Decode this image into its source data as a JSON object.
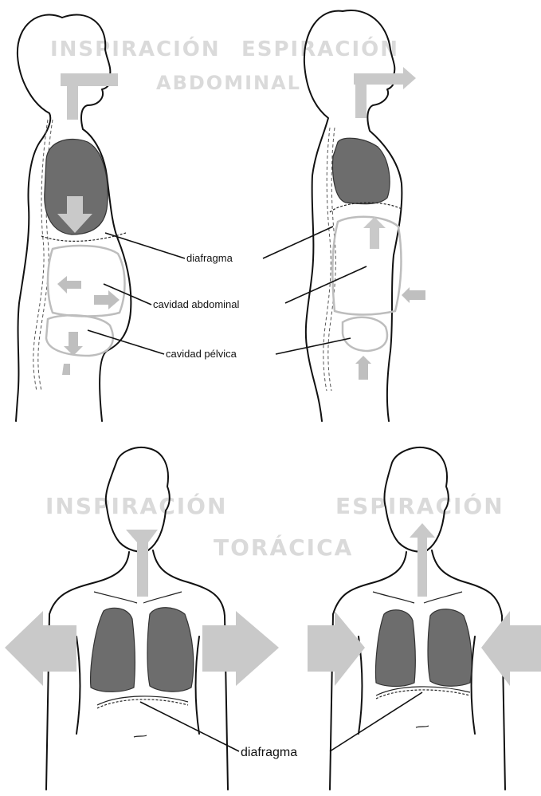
{
  "top": {
    "title_left": "INSPIRACIÓN",
    "title_right": "ESPIRACIÓN",
    "subtitle": "ABDOMINAL",
    "label_diaphragm": "diafragma",
    "label_abdominal": "cavidad abdominal",
    "label_pelvic": "cavidad pélvica"
  },
  "bottom": {
    "title_left": "INSPIRACIÓN",
    "title_right": "ESPIRACIÓN",
    "subtitle": "TORÁCICA",
    "label_diaphragm": "diafragma"
  },
  "colors": {
    "organ": "#6d6d6d",
    "arrow": "#c9c9c9",
    "title": "#dadada"
  }
}
